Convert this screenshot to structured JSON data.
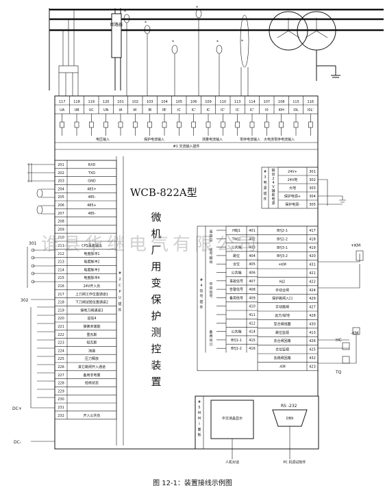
{
  "breaker_label": "断路器",
  "asterisk": "*",
  "ac_terminals": {
    "numbers": [
      "117",
      "118",
      "119",
      "120",
      "101",
      "102",
      "103",
      "104",
      "105",
      "106",
      "109",
      "110",
      "113",
      "114",
      "107",
      "108",
      "115",
      "116"
    ],
    "labels": [
      "UA",
      "UB",
      "UC",
      "UN",
      "IA",
      "IA'",
      "IB",
      "IB'",
      "IC",
      "IC'",
      "IC",
      "IC'",
      "IC",
      "IC'",
      "I0",
      "I0H",
      "I0L",
      "I0L'"
    ]
  },
  "group_labels": {
    "voltage": "电压输入",
    "protect_current": "保护电流输入",
    "measure_current": "测量电流输入",
    "zero_seq": "零序电流输入",
    "zero_seq_2": "大电流零序电流输入",
    "ac_plugin": "#1 交流输入插件"
  },
  "left_terminals": [
    {
      "no": "201",
      "label": "RXD"
    },
    {
      "no": "202",
      "label": "TXD"
    },
    {
      "no": "203",
      "label": "GND"
    },
    {
      "no": "204",
      "label": "485+"
    },
    {
      "no": "205",
      "label": "485-"
    },
    {
      "no": "206",
      "label": "485+"
    },
    {
      "no": "207",
      "label": "485-"
    },
    {
      "no": "208",
      "label": ""
    },
    {
      "no": "209",
      "label": ""
    },
    {
      "no": "210",
      "label": ""
    },
    {
      "no": "211",
      "label": "CPS事故输出"
    },
    {
      "no": "212",
      "label": "电度脉冲1"
    },
    {
      "no": "213",
      "label": "电度脉冲2"
    },
    {
      "no": "214",
      "label": "电度脉冲3"
    },
    {
      "no": "215",
      "label": "电度脉冲4"
    },
    {
      "no": "216",
      "label": "24V开入负"
    },
    {
      "no": "217",
      "label": "上刀闸工作位置通道1"
    },
    {
      "no": "218",
      "label": "下刀闸试验位置通道2"
    },
    {
      "no": "219",
      "label": "接地刀闸通道3"
    },
    {
      "no": "220",
      "label": "遥信4"
    },
    {
      "no": "221",
      "label": "弹簧未储能"
    },
    {
      "no": "222",
      "label": "重瓦斯"
    },
    {
      "no": "223",
      "label": "轻瓦斯"
    },
    {
      "no": "224",
      "label": "油温"
    },
    {
      "no": "225",
      "label": "压力释放"
    },
    {
      "no": "226",
      "label": "其它跳闸开入通道"
    },
    {
      "no": "227",
      "label": "备用非电量"
    },
    {
      "no": "228",
      "label": "检修状态"
    },
    {
      "no": "229",
      "label": ""
    },
    {
      "no": "230",
      "label": ""
    },
    {
      "no": "231",
      "label": ""
    },
    {
      "no": "232",
      "label": "开入公共负"
    }
  ],
  "cpu_plugin": "#2 CPU插件",
  "model": "WCB-822A型",
  "device_name": "微机厂用变保护测控装置",
  "power_plugin": {
    "title": "#3 电源插件",
    "side_labels": [
      "输出24V",
      "辅助电源"
    ],
    "rows": [
      {
        "label": "24V+",
        "no": "301"
      },
      {
        "label": "24V地",
        "no": "302"
      },
      {
        "label": "大地",
        "no": "303"
      },
      {
        "label": "保护电源+",
        "no": "304"
      },
      {
        "label": "保护电源-",
        "no": "305"
      }
    ]
  },
  "signal_plugin": {
    "title": "#4 信号插件",
    "sub_labels": [
      "事故总",
      "信号输出",
      "中央信号",
      "备用出口"
    ],
    "left_rows": [
      {
        "label": "HBJ1",
        "no": "401"
      },
      {
        "label": "TWJ2",
        "no": "402"
      },
      {
        "label": "公共端",
        "no": "403"
      },
      {
        "label": "跳位",
        "no": "404"
      },
      {
        "label": "合位",
        "no": "405"
      },
      {
        "label": "公共端",
        "no": "406"
      },
      {
        "label": "事故信号",
        "no": "407"
      },
      {
        "label": "告警信号",
        "no": "408"
      },
      {
        "label": "备用信号",
        "no": "409"
      },
      {
        "label": "",
        "no": "410"
      },
      {
        "label": "",
        "no": "411"
      },
      {
        "label": "",
        "no": "412"
      },
      {
        "label": "公共端",
        "no": "414"
      },
      {
        "label": "BYJ1-1",
        "no": "415"
      },
      {
        "label": "BYJ1-2",
        "no": "416"
      }
    ],
    "right_rows": [
      {
        "label": "BYJ2-1",
        "no": "417"
      },
      {
        "label": "BYJ2-2",
        "no": "418"
      },
      {
        "label": "BYJ3-1",
        "no": "419"
      },
      {
        "label": "BYJ3-2",
        "no": "420"
      },
      {
        "label": "+KM",
        "no": "431"
      },
      {
        "label": "",
        "no": "421"
      },
      {
        "label": "HJ2",
        "no": "422"
      },
      {
        "label": "手动合闸",
        "no": "424"
      },
      {
        "label": "保护跳闸入口",
        "no": "429"
      },
      {
        "label": "手动跳闸",
        "no": "427"
      },
      {
        "label": "远方/就地",
        "no": "428"
      },
      {
        "label": "至合闸线圈",
        "no": "430"
      },
      {
        "label": "跳位监视",
        "no": "413"
      },
      {
        "label": "去合闸回路",
        "no": "426"
      },
      {
        "label": "合位监视",
        "no": "425"
      },
      {
        "label": "去跳闸回路",
        "no": "432"
      },
      {
        "label": "-KM",
        "no": "423"
      }
    ]
  },
  "mmi": {
    "title": "#5 MMI面板",
    "lcd": "中文液晶显示",
    "rs": "RS -232",
    "db9": "DB9",
    "hmi_label": "人机对话",
    "pc_label": "PC 机调试软件"
  },
  "markers": {
    "k301": "301",
    "k302": "302",
    "dc_plus": "DC+",
    "dc_minus": "DC-",
    "plus_km": "+KM",
    "minus_km": "-KM",
    "hc": "HC",
    "tq": "TQ"
  },
  "watermark": "谁县华继电气有限公司",
  "caption": "图 12-1：装置接线示例图"
}
